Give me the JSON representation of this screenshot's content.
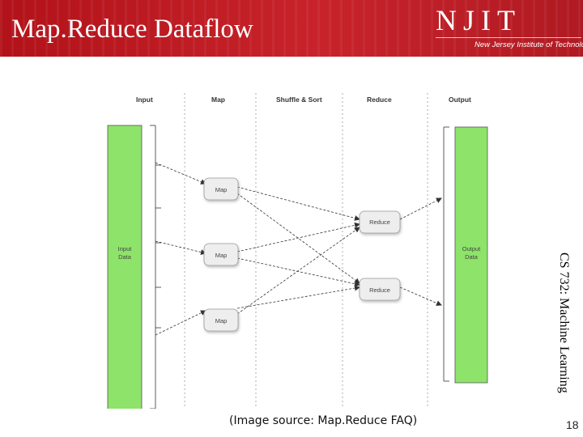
{
  "slide": {
    "title": "Map.Reduce Dataflow",
    "caption": "(Image source: Map.Reduce FAQ)",
    "course": "CS 732: Machine Learning",
    "page_number": "18",
    "header_color": "#c8232b"
  },
  "logo": {
    "text": "NJIT",
    "subtitle": "New Jersey Institute of Technology"
  },
  "diagram": {
    "column_headers": [
      "Input",
      "Map",
      "Shuffle & Sort",
      "Reduce",
      "Output"
    ],
    "input_label_line1": "Input",
    "input_label_line2": "Data",
    "output_label_line1": "Output",
    "output_label_line2": "Data",
    "map_labels": [
      "Map",
      "Map",
      "Map"
    ],
    "reduce_labels": [
      "Reduce",
      "Reduce"
    ],
    "data_bar_color": "#8ee36a",
    "box_color": "#eeeeee"
  }
}
